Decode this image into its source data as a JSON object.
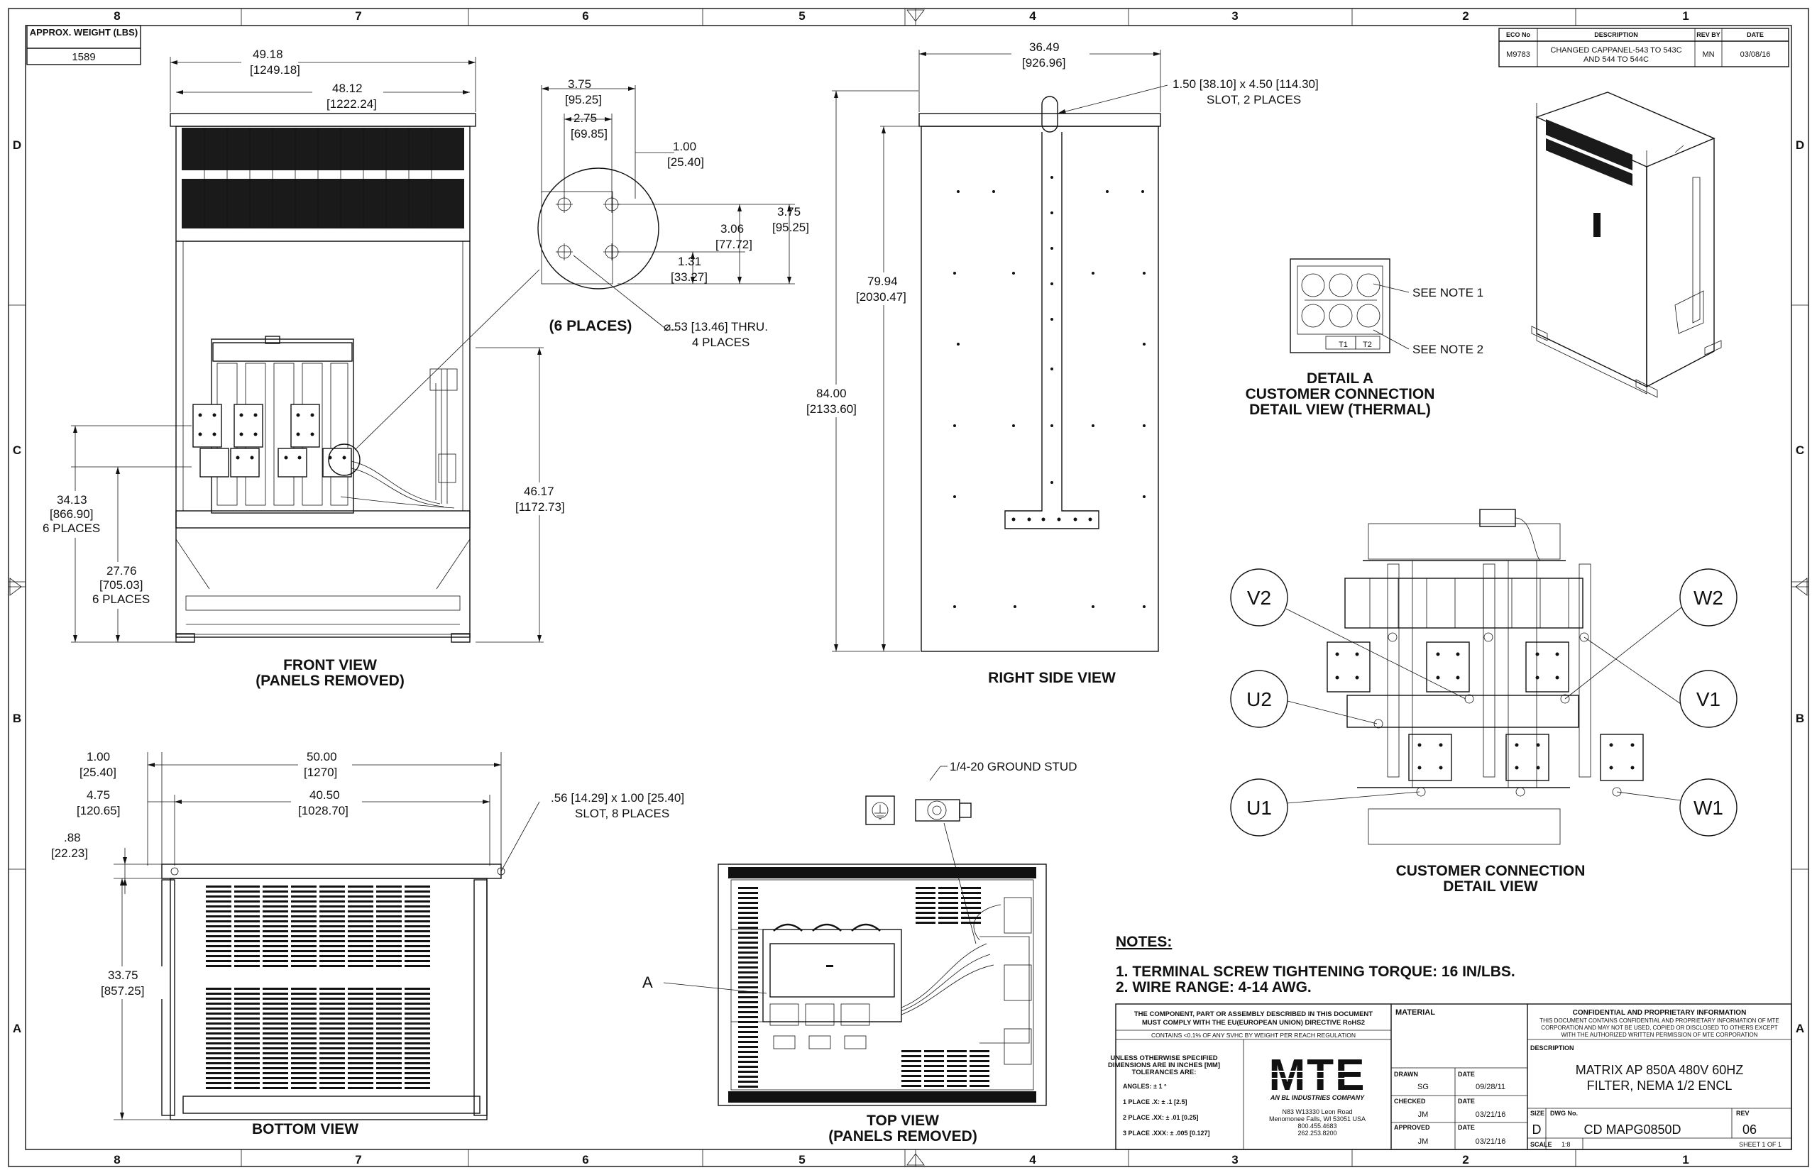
{
  "grid": {
    "columns": [
      "8",
      "7",
      "6",
      "5",
      "4",
      "3",
      "2",
      "1"
    ],
    "rows": [
      "D",
      "C",
      "B",
      "A"
    ]
  },
  "weight_box": {
    "label": "APPROX. WEIGHT (LBS)",
    "value": "1589"
  },
  "revision_table": {
    "headers": [
      "ECO No",
      "DESCRIPTION",
      "REV BY",
      "DATE"
    ],
    "row": {
      "eco": "M9783",
      "description_1": "CHANGED CAPPANEL-543 TO 543C",
      "description_2": "AND 544 TO 544C",
      "by": "MN",
      "date": "03/08/16"
    }
  },
  "front_view": {
    "title_1": "FRONT VIEW",
    "title_2": "(PANELS REMOVED)",
    "dims": {
      "overall_w": "49.18",
      "overall_w_mm": "[1249.18]",
      "inner_w": "48.12",
      "inner_w_mm": "[1222.24]",
      "h1": "34.13",
      "h1_mm": "[866.90]",
      "h1_note": "6 PLACES",
      "h2": "27.76",
      "h2_mm": "[705.03]",
      "h2_note": "6 PLACES",
      "h3": "46.17",
      "h3_mm": "[1172.73]"
    }
  },
  "bolt_detail": {
    "label": "(6 PLACES)",
    "d1": "3.75",
    "d1_mm": "[95.25]",
    "d2": "2.75",
    "d2_mm": "[69.85]",
    "d3": "1.00",
    "d3_mm": "[25.40]",
    "d4": "3.75",
    "d4_mm": "[95.25]",
    "d5": "3.06",
    "d5_mm": "[77.72]",
    "d6": "1.31",
    "d6_mm": "[33.27]",
    "hole": "⌀.53 [13.46] THRU.",
    "hole_note": "4 PLACES"
  },
  "right_view": {
    "title": "RIGHT SIDE VIEW",
    "width": "36.49",
    "width_mm": "[926.96]",
    "slot": "1.50 [38.10] x 4.50 [114.30]",
    "slot_note": "SLOT, 2 PLACES",
    "h1": "79.94",
    "h1_mm": "[2030.47]",
    "h2": "84.00",
    "h2_mm": "[2133.60]"
  },
  "detail_a": {
    "note1": "SEE NOTE 1",
    "note2": "SEE NOTE 2",
    "t1": "T1",
    "t2": "T2",
    "title_1": "DETAIL A",
    "title_2": "CUSTOMER CONNECTION",
    "title_3": "DETAIL VIEW (THERMAL)"
  },
  "customer_connection": {
    "title_1": "CUSTOMER CONNECTION",
    "title_2": "DETAIL VIEW",
    "terminals": [
      "V2",
      "U2",
      "U1",
      "W2",
      "V1",
      "W1"
    ]
  },
  "bottom_view": {
    "title": "BOTTOM VIEW",
    "d1": "1.00",
    "d1_mm": "[25.40]",
    "d2": "50.00",
    "d2_mm": "[1270]",
    "d3": "4.75",
    "d3_mm": "[120.65]",
    "d4": "40.50",
    "d4_mm": "[1028.70]",
    "d5": ".88",
    "d5_mm": "[22.23]",
    "d6": "33.75",
    "d6_mm": "[857.25]",
    "slot": ".56 [14.29] x 1.00 [25.40]",
    "slot_note": "SLOT, 8 PLACES"
  },
  "top_view": {
    "title_1": "TOP VIEW",
    "title_2": "(PANELS REMOVED)",
    "stud": "1/4-20 GROUND STUD",
    "detail_ref": "A"
  },
  "notes": {
    "heading": "NOTES:",
    "items": [
      "1.  TERMINAL SCREW TIGHTENING TORQUE: 16 IN/LBS.",
      "2.  WIRE RANGE: 4-14 AWG."
    ]
  },
  "title_block": {
    "rohs_1": "THE COMPONENT, PART OR ASSEMBLY DESCRIBED IN THIS DOCUMENT",
    "rohs_2": "MUST COMPLY WITH THE EU(EUROPEAN UNION) DIRECTIVE RoHS2",
    "reach": "CONTAINS <0.1% OF ANY SVHC BY WEIGHT PER REACH REGULATION",
    "material": "MATERIAL",
    "tol_1": "UNLESS OTHERWISE SPECIFIED",
    "tol_2": "DIMENSIONS ARE IN INCHES [MM]",
    "tol_3": "TOLERANCES ARE:",
    "angles": "ANGLES: ± 1 °",
    "p1": "1 PLACE .X: ± .1 [2.5]",
    "p2": "2 PLACE .XX: ± .01 [0.25]",
    "p3": "3 PLACE .XXX: ± .005 [0.127]",
    "logo": "MTE",
    "logo_sub": "AN BL INDUSTRIES COMPANY",
    "address_1": "N83 W13330 Leon Road",
    "address_2": "Menomonee Falls, WI 53051 USA",
    "address_3": "800.455.4683",
    "address_4": "262.253.8200",
    "drawn_label": "DRAWN",
    "drawn_by": "SG",
    "drawn_date": "09/28/11",
    "checked_label": "CHECKED",
    "checked_by": "JM",
    "checked_date": "03/21/16",
    "approved_label": "APPROVED",
    "approved_by": "JM",
    "approved_date": "03/21/16",
    "date_label": "DATE",
    "conf_1": "CONFIDENTIAL AND PROPRIETARY INFORMATION",
    "conf_2": "THIS DOCUMENT CONTAINS CONFIDENTIAL AND PROPRIETARY INFORMATION OF MTE",
    "conf_3": "CORPORATION AND MAY NOT BE USED, COPIED OR DISCLOSED TO OTHERS EXCEPT",
    "conf_4": "WITH THE AUTHORIZED WRITTEN PERMISSION OF MTE CORPORATION",
    "description_label": "DESCRIPTION",
    "description_1": "MATRIX AP 850A 480V 60HZ",
    "description_2": "FILTER, NEMA 1/2 ENCL",
    "size_label": "SIZE",
    "size": "D",
    "dwg_label": "DWG No.",
    "dwg": "CD MAPG0850D",
    "rev_label": "REV",
    "rev": "06",
    "scale_label": "SCALE",
    "scale": "1:8",
    "sheet": "SHEET 1  OF 1"
  }
}
